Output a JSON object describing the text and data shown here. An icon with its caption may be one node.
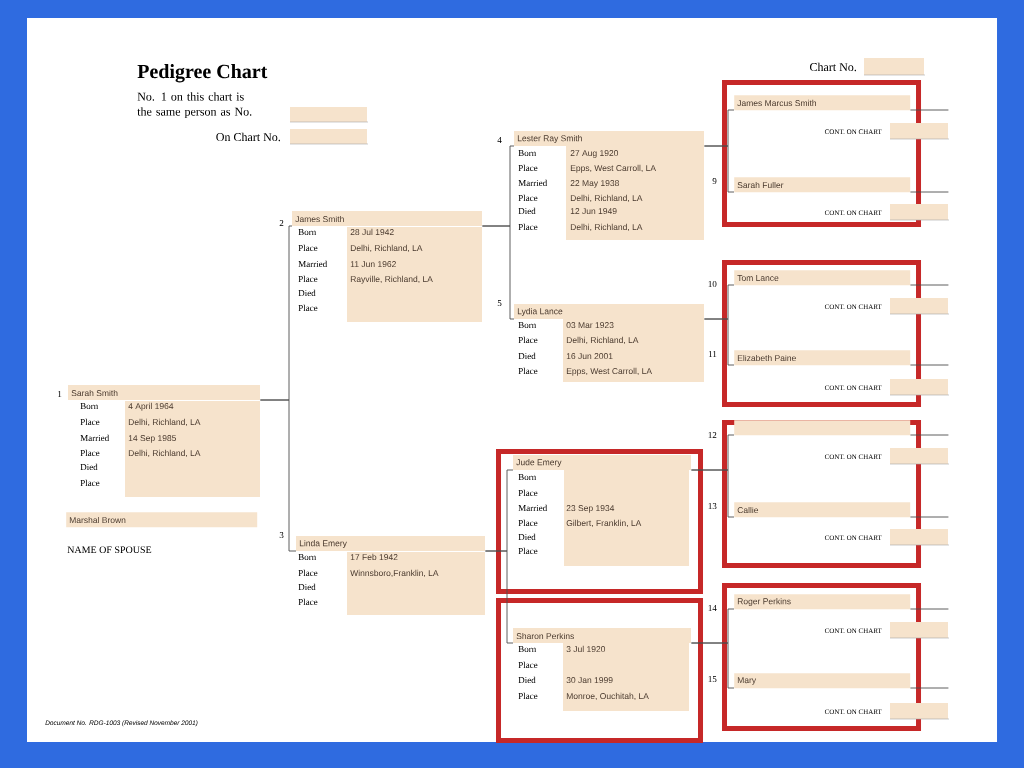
{
  "diagram": {
    "title": "Pedigree Chart",
    "nodes": [
      {
        "text": [
          "Sarah Smith",
          "Born",
          "4 April 1964",
          "Place",
          "Delhi, Richland, LA",
          "Married",
          "14 Sep 1985",
          "Place",
          "Delhi, Richland, LA",
          "Died",
          "Place"
        ],
        "beside": [
          "1"
        ]
      },
      {
        "text": [
          "Marshal Brown"
        ],
        "beside": [
          "NAME OF SPOUSE"
        ]
      },
      {
        "text": [
          "James Smith",
          "Born",
          "28 Jul 1942",
          "Place",
          "Delhi, Richland, LA",
          "Married",
          "11 Jun 1962",
          "Place",
          "Rayville, Richland, LA",
          "Died",
          "Place"
        ],
        "beside": [
          "2"
        ]
      },
      {
        "text": [
          "Linda Emery",
          "Born",
          "17 Feb 1942",
          "Place",
          "Winnsboro,Franklin, LA",
          "Died",
          "Place"
        ],
        "beside": [
          "3"
        ]
      },
      {
        "text": [
          "Lester Ray Smith",
          "Born",
          "27 Aug 1920",
          "Place",
          "Epps, West Carroll, LA",
          "Married",
          "22 May 1938",
          "Place",
          "Delhi, Richland, LA",
          "Died",
          "12 Jun 1949",
          "Place",
          "Delhi, Richland, LA"
        ],
        "beside": [
          "4"
        ]
      },
      {
        "text": [
          "Lydia Lance",
          "Born",
          "03 Mar 1923",
          "Place",
          "Delhi, Richland, LA",
          "Died",
          "16 Jun 2001",
          "Place",
          "Epps, West Carroll, LA"
        ],
        "beside": [
          "5"
        ]
      },
      {
        "text": [],
        "shape": "box"
      },
      {
        "text": [
          "Jude Emery",
          "Born",
          "Place",
          "Married",
          "23 Sep 1934",
          "Place",
          "Gilbert, Franklin, LA",
          "Died",
          "Place"
        ],
        "in": 6
      },
      {
        "text": [],
        "shape": "box"
      },
      {
        "text": [
          "Sharon Perkins",
          "Born",
          "3 Jul 1920",
          "Place",
          "Died",
          "30 Jan 1999",
          "Place",
          "Monroe, Ouchitah, LA"
        ],
        "in": 8
      },
      {
        "text": [],
        "shape": "box"
      },
      {
        "text": [
          "James Marcus Smith"
        ],
        "beside": [
          "CONT. ON CHART"
        ],
        "in": 10
      },
      {
        "text": [
          "Sarah Fuller"
        ],
        "beside": [
          "CONT. ON CHART"
        ],
        "in": 10
      },
      {
        "text": [],
        "shape": "box"
      },
      {
        "text": [
          "Tom Lance"
        ],
        "beside": [
          "CONT. ON CHART"
        ],
        "in": 13
      },
      {
        "text": [
          "Elizabeth Paine"
        ],
        "beside": [
          "CONT. ON CHART"
        ],
        "in": 13
      },
      {
        "text": [],
        "shape": "box"
      },
      {
        "text": [],
        "shape": "bar",
        "beside": [
          "CONT. ON CHART"
        ],
        "in": 16
      },
      {
        "text": [
          "Callie"
        ],
        "beside": [
          "CONT. ON CHART"
        ],
        "in": 16
      },
      {
        "text": [],
        "shape": "box"
      },
      {
        "text": [
          "Roger Perkins"
        ],
        "beside": [
          "CONT. ON CHART"
        ],
        "in": 19
      },
      {
        "text": [
          "Mary"
        ],
        "beside": [
          "CONT. ON CHART"
        ],
        "in": 19
      }
    ],
    "edges": [
      {
        "from": 0,
        "to": 2,
        "arrow": "none"
      },
      {
        "from": 0,
        "to": 3,
        "arrow": "none"
      },
      {
        "from": 2,
        "to": 4,
        "arrow": "none"
      },
      {
        "from": 2,
        "to": 5,
        "arrow": "none"
      },
      {
        "from": 3,
        "to": 7,
        "arrow": "none"
      },
      {
        "from": 3,
        "to": 9,
        "arrow": "none"
      },
      {
        "from": 4,
        "to": 11,
        "arrow": "none"
      },
      {
        "from": 4,
        "to": 12,
        "arrow": "none"
      },
      {
        "from": 5,
        "to": 14,
        "arrow": "none"
      },
      {
        "from": 5,
        "to": 15,
        "arrow": "none"
      },
      {
        "from": 7,
        "to": 17,
        "arrow": "none"
      },
      {
        "from": 7,
        "to": 18,
        "arrow": "none"
      },
      {
        "from": 9,
        "to": 20,
        "arrow": "none"
      },
      {
        "from": 9,
        "to": 21,
        "arrow": "none"
      },
      {
        "from": 11,
        "to": null,
        "arrow": "none"
      },
      {
        "from": 12,
        "to": null,
        "arrow": "none"
      },
      {
        "from": 14,
        "to": null,
        "arrow": "none"
      },
      {
        "from": 15,
        "to": null,
        "arrow": "none"
      },
      {
        "from": 17,
        "to": null,
        "arrow": "none"
      },
      {
        "from": 18,
        "to": null,
        "arrow": "none"
      },
      {
        "from": 20,
        "to": null,
        "arrow": "none"
      },
      {
        "from": 21,
        "to": null,
        "arrow": "none"
      }
    ],
    "labels": [
      "No. 1 on this chart is the same person as No.",
      "On Chart No.",
      "Chart No.",
      "9",
      "10",
      "11",
      "12",
      "13",
      "14",
      "15",
      "Document No. RDG-1003 (Revised November 2001)"
    ]
  }
}
